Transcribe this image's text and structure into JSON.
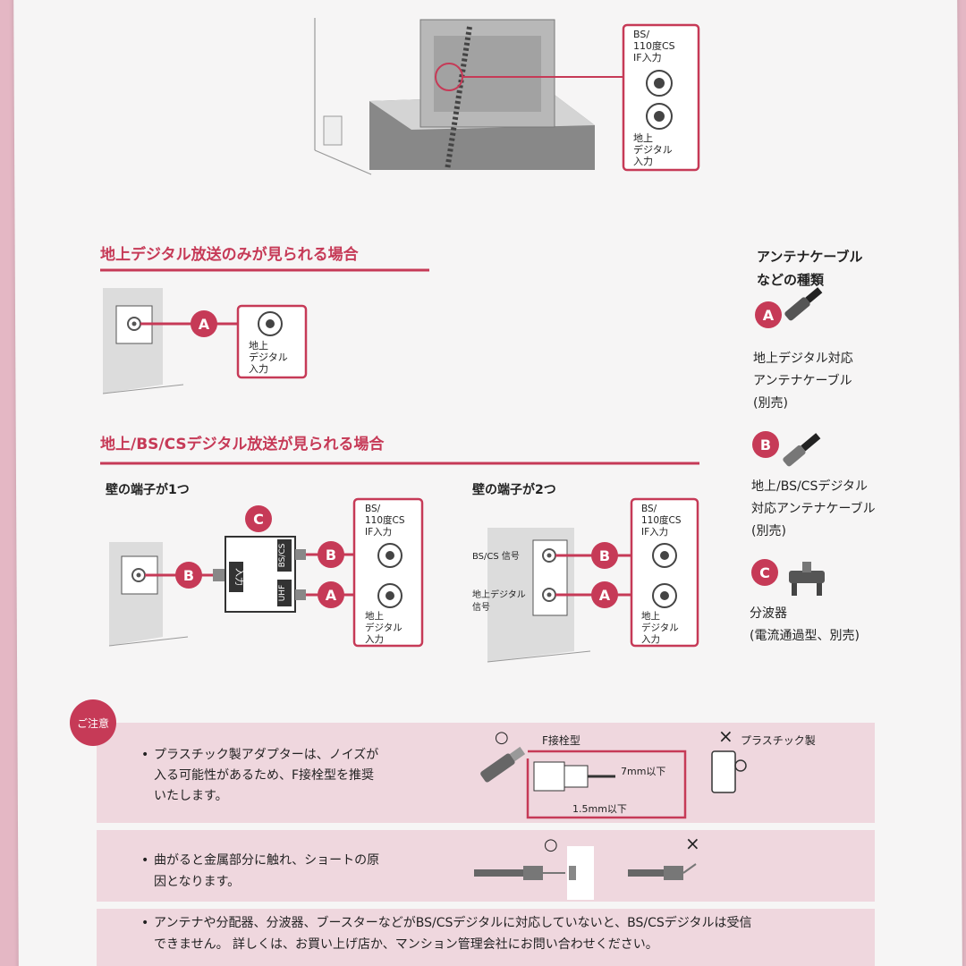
{
  "top_panel": {
    "bs_label": [
      "BS/",
      "110度CS",
      "IF入力"
    ],
    "terr_label": [
      "地上",
      "デジタル",
      "入力"
    ]
  },
  "section1": {
    "title": "地上デジタル放送のみが見られる場合",
    "cable_letter": "A",
    "terr_label": [
      "地上",
      "デジタル",
      "入力"
    ]
  },
  "section2": {
    "title": "地上/BS/CSデジタル放送が見られる場合",
    "left_title": "壁の端子が1つ",
    "right_title": "壁の端子が2つ",
    "splitter_letter": "C",
    "splitter_input": "入力",
    "splitter_bs": "BS/CS",
    "splitter_uhf": "UHF",
    "bs_label": [
      "BS/",
      "110度CS",
      "IF入力"
    ],
    "terr_label": [
      "地上",
      "デジタル",
      "入力"
    ],
    "wall_bs_signal": "BS/CS 信号",
    "wall_terr_signal": [
      "地上デジタル",
      "信号"
    ],
    "letter_a": "A",
    "letter_b": "B"
  },
  "sidebar": {
    "heading": [
      "アンテナケーブル",
      "などの種類"
    ],
    "items": [
      {
        "letter": "A",
        "lines": [
          "地上デジタル対応",
          "アンテナケーブル",
          "(別売)"
        ]
      },
      {
        "letter": "B",
        "lines": [
          "地上/BS/CSデジタル",
          "対応アンテナケーブル",
          "(別売)"
        ]
      },
      {
        "letter": "C",
        "lines": [
          "分波器",
          "(電流通過型、別売)"
        ]
      }
    ]
  },
  "notes": {
    "badge": "ご注意",
    "note1": [
      "プラスチック製アダプターは、ノイズが",
      "入る可能性があるため、F接栓型を推奨",
      "いたします。"
    ],
    "good_mark": "○",
    "bad_mark": "×",
    "f_type": "F接栓型",
    "plastic": "プラスチック製",
    "dim1": "7mm以下",
    "dim2": "1.5mm以下",
    "note2": [
      "曲がると金属部分に触れ、ショートの原",
      "因となります。"
    ],
    "note3": [
      "アンテナや分配器、分波器、ブースターなどがBS/CSデジタルに対応していないと、BS/CSデジタルは受信",
      "できません。 詳しくは、お買い上げ店か、マンション管理会社にお問い合わせください。"
    ]
  },
  "colors": {
    "accent": "#c63a57",
    "note_bg": "#efd7de",
    "panel": "#dcdcdc"
  }
}
